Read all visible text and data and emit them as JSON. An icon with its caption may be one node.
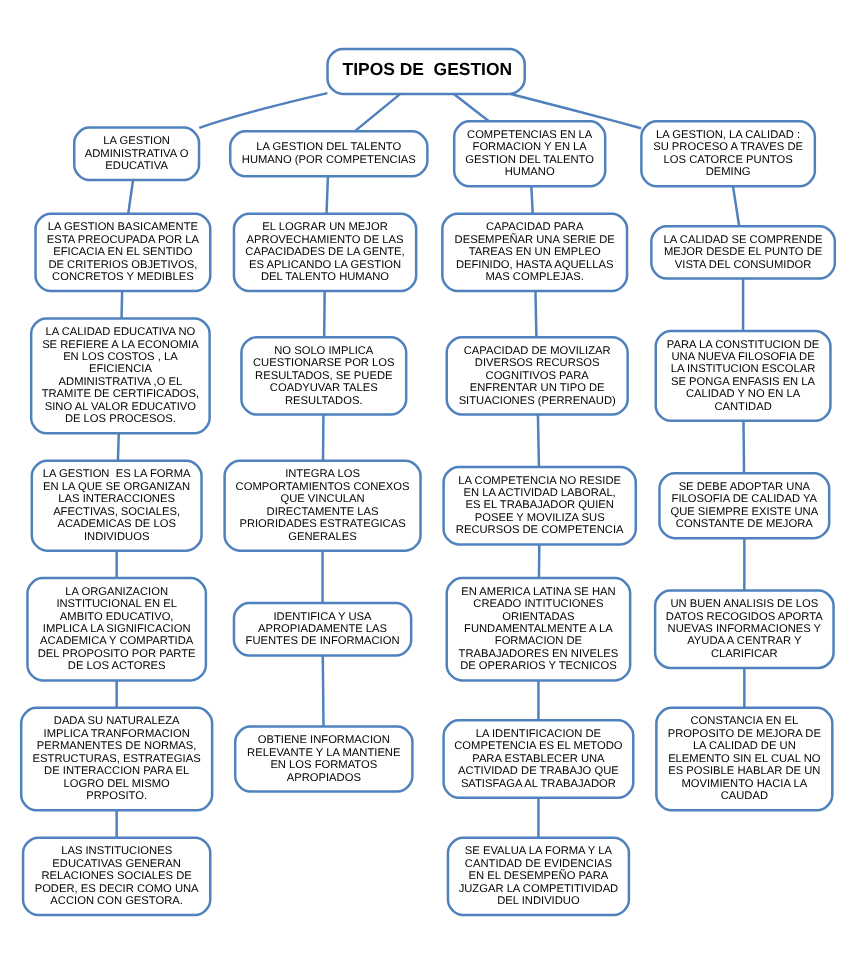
{
  "diagram": {
    "nodes": [
      {
        "text": [
          "TIPOS DE  GESTION"
        ]
      },
      {
        "text": [
          "LA GESTION ADMINISTRATIVA O EDUCATIVA"
        ]
      },
      {
        "text": [
          "LA GESTION BASICAMENTE ESTA PREOCUPADA POR LA EFICACIA EN EL SENTIDO DE CRITERIOS OBJETIVOS, CONCRETOS Y MEDIBLES"
        ]
      },
      {
        "text": [
          "LA CALIDAD EDUCATIVA NO SE REFIERE A LA ECONOMIA EN LOS COSTOS , LA EFICIENCIA ADMINISTRATIVA ,O EL TRAMITE DE CERTIFICADOS, SINO AL VALOR EDUCATIVO DE LOS PROCESOS."
        ]
      },
      {
        "text": [
          "LA GESTION  ES LA FORMA EN LA QUE SE ORGANIZAN LAS INTERACCIONES AFECTIVAS, SOCIALES, ACADEMICAS DE LOS INDIVIDUOS"
        ]
      },
      {
        "text": [
          "LA ORGANIZACION INSTITUCIONAL EN EL AMBITO EDUCATIVO, IMPLICA LA SIGNIFICACION ACADEMICA Y COMPARTIDA DEL PROPOSITO POR PARTE DE LOS ACTORES"
        ]
      },
      {
        "text": [
          "DADA SU NATURALEZA IMPLICA TRANFORMACION PERMANENTES DE NORMAS, ESTRUCTURAS, ESTRATEGIAS DE INTERACCION PARA EL LOGRO DEL MISMO PRPOSITO."
        ]
      },
      {
        "text": [
          "LAS INSTITUCIONES EDUCATIVAS GENERAN RELACIONES SOCIALES DE PODER, ES DECIR COMO UNA ACCION CON GESTORA."
        ]
      },
      {
        "text": [
          "LA GESTION DEL TALENTO HUMANO (POR COMPETENCIAS"
        ]
      },
      {
        "text": [
          "EL LOGRAR UN MEJOR APROVECHAMIENTO DE LAS CAPACIDADES DE LA GENTE, ES APLICANDO LA GESTION DEL TALENTO HUMANO"
        ]
      },
      {
        "text": [
          "NO SOLO IMPLICA CUESTIONARSE POR LOS RESULTADOS, SE PUEDE COADYUVAR TALES RESULTADOS."
        ]
      },
      {
        "text": [
          "INTEGRA LOS COMPORTAMIENTOS CONEXOS QUE VINCULAN DIRECTAMENTE LAS PRIORIDADES ESTRATEGICAS GENERALES"
        ]
      },
      {
        "text": [
          "IDENTIFICA Y USA APROPIADAMENTE LAS FUENTES DE INFORMACION"
        ]
      },
      {
        "text": [
          "OBTIENE INFORMACION RELEVANTE Y LA MANTIENE EN LOS FORMATOS APROPIADOS"
        ]
      },
      {
        "text": [
          "COMPETENCIAS EN LA FORMACION Y EN LA GESTION DEL TALENTO HUMANO"
        ]
      },
      {
        "text": [
          "CAPACIDAD PARA DESEMPEÑAR UNA SERIE DE TAREAS EN UN EMPLEO DEFINIDO, HASTA AQUELLAS MAS COMPLEJAS."
        ]
      },
      {
        "text": [
          "CAPACIDAD DE MOVILIZAR DIVERSOS RECURSOS COGNITIVOS PARA ENFRENTAR UN TIPO DE SITUACIONES (PERRENAUD)"
        ]
      },
      {
        "text": [
          "LA COMPETENCIA NO RESIDE EN LA ACTIVIDAD LABORAL, ES EL TRABAJADOR QUIEN POSEE Y MOVILIZA SUS RECURSOS DE COMPETENCIA"
        ]
      },
      {
        "text": [
          "EN AMERICA LATINA SE HAN CREADO INTITUCIONES ORIENTADAS FUNDAMENTALMENTE A LA FORMACION DE TRABAJADORES EN NIVELES DE OPERARIOS Y TECNICOS"
        ]
      },
      {
        "text": [
          "LA IDENTIFICACION DE COMPETENCIA ES EL METODO PARA ESTABLECER UNA ACTIVIDAD DE TRABAJO QUE SATISFAGA AL TRABAJADOR"
        ]
      },
      {
        "text": [
          "SE EVALUA LA FORMA Y LA CANTIDAD DE EVIDENCIAS EN EL DESEMPEÑO PARA JUZGAR LA COMPETITIVIDAD DEL INDIVIDUO"
        ]
      },
      {
        "text": [
          "LA GESTION, LA CALIDAD : SU PROCESO A TRAVES DE LOS CATORCE PUNTOS DEMING"
        ]
      },
      {
        "text": [
          "LA CALIDAD SE COMPRENDE MEJOR DESDE EL PUNTO DE VISTA DEL CONSUMIDOR"
        ]
      },
      {
        "text": [
          "PARA LA CONSTITUCION DE UNA NUEVA FILOSOFIA DE LA INSTITUCION ESCOLAR SE PONGA ENFASIS EN LA CALIDAD Y NO EN LA CANTIDAD"
        ]
      },
      {
        "text": [
          "SE DEBE ADOPTAR UNA FILOSOFIA DE CALIDAD YA QUE SIEMPRE EXISTE UNA CONSTANTE DE MEJORA"
        ]
      },
      {
        "text": [
          "UN BUEN ANALISIS DE LOS DATOS RECOGIDOS APORTA NUEVAS INFORMACIONES Y AYUDA A CENTRAR Y CLARIFICAR"
        ]
      },
      {
        "text": [
          "CONSTANCIA EN EL PROPOSITO DE MEJORA DE LA CALIDAD DE UN ELEMENTO SIN EL CUAL NO ES POSIBLE HABLAR DE UN MOVIMIENTO HACIA LA CAUDAD"
        ]
      }
    ],
    "edges": [
      {
        "from": 0,
        "to": 1,
        "arrow": "none"
      },
      {
        "from": 0,
        "to": 8,
        "arrow": "none"
      },
      {
        "from": 0,
        "to": 14,
        "arrow": "none"
      },
      {
        "from": 0,
        "to": 21,
        "arrow": "none"
      },
      {
        "from": 1,
        "to": 2,
        "arrow": "none"
      },
      {
        "from": 2,
        "to": 3,
        "arrow": "none"
      },
      {
        "from": 3,
        "to": 4,
        "arrow": "none"
      },
      {
        "from": 4,
        "to": 5,
        "arrow": "none"
      },
      {
        "from": 5,
        "to": 6,
        "arrow": "none"
      },
      {
        "from": 6,
        "to": 7,
        "arrow": "none"
      },
      {
        "from": 8,
        "to": 9,
        "arrow": "none"
      },
      {
        "from": 9,
        "to": 10,
        "arrow": "none"
      },
      {
        "from": 10,
        "to": 11,
        "arrow": "none"
      },
      {
        "from": 11,
        "to": 12,
        "arrow": "none"
      },
      {
        "from": 12,
        "to": 13,
        "arrow": "none"
      },
      {
        "from": 14,
        "to": 15,
        "arrow": "none"
      },
      {
        "from": 15,
        "to": 16,
        "arrow": "none"
      },
      {
        "from": 16,
        "to": 17,
        "arrow": "none"
      },
      {
        "from": 17,
        "to": 18,
        "arrow": "none"
      },
      {
        "from": 18,
        "to": 19,
        "arrow": "none"
      },
      {
        "from": 19,
        "to": 20,
        "arrow": "none"
      },
      {
        "from": 21,
        "to": 22,
        "arrow": "none"
      },
      {
        "from": 22,
        "to": 23,
        "arrow": "none"
      },
      {
        "from": 23,
        "to": 24,
        "arrow": "none"
      },
      {
        "from": 24,
        "to": 25,
        "arrow": "none"
      },
      {
        "from": 25,
        "to": 26,
        "arrow": "none"
      }
    ]
  }
}
